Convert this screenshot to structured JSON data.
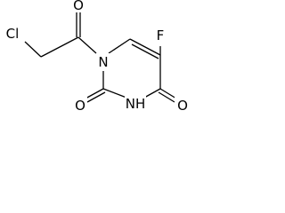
{
  "molecule": {
    "atoms": {
      "cl": "Cl",
      "o_acyl": "O",
      "n1": "N",
      "f": "F",
      "o2": "O",
      "n3": "NH",
      "o4": "O"
    }
  },
  "colors": {
    "bond": "#000000",
    "text": "#000000",
    "background": "#ffffff"
  }
}
